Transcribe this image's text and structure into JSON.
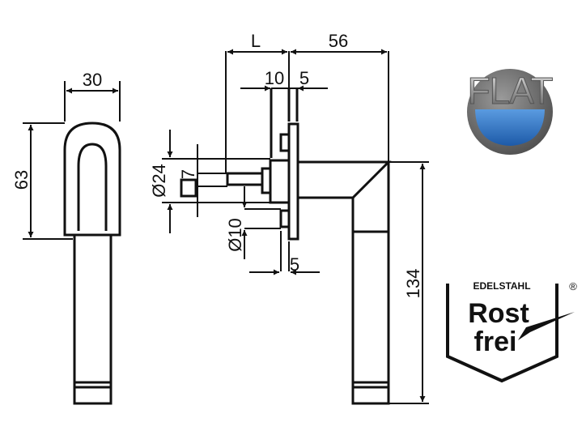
{
  "drawing": {
    "dimensions": {
      "width_rose": "30",
      "height_rose": "63",
      "length_spindle": "L",
      "projection": "56",
      "plate_10": "10",
      "plate_5_top": "5",
      "diameter_24": "Ø24",
      "square_7": "7",
      "diameter_10": "Ø10",
      "plate_5_bottom": "5",
      "handle_length": "134"
    }
  },
  "logos": {
    "flat": {
      "text": "FLAT",
      "colors": {
        "ring": "#6b6b6b",
        "blue": "#2f6fc0"
      }
    },
    "rostfrei": {
      "top": "EDELSTAHL",
      "line1": "Rost",
      "line2": "frei",
      "mark": "®"
    }
  }
}
